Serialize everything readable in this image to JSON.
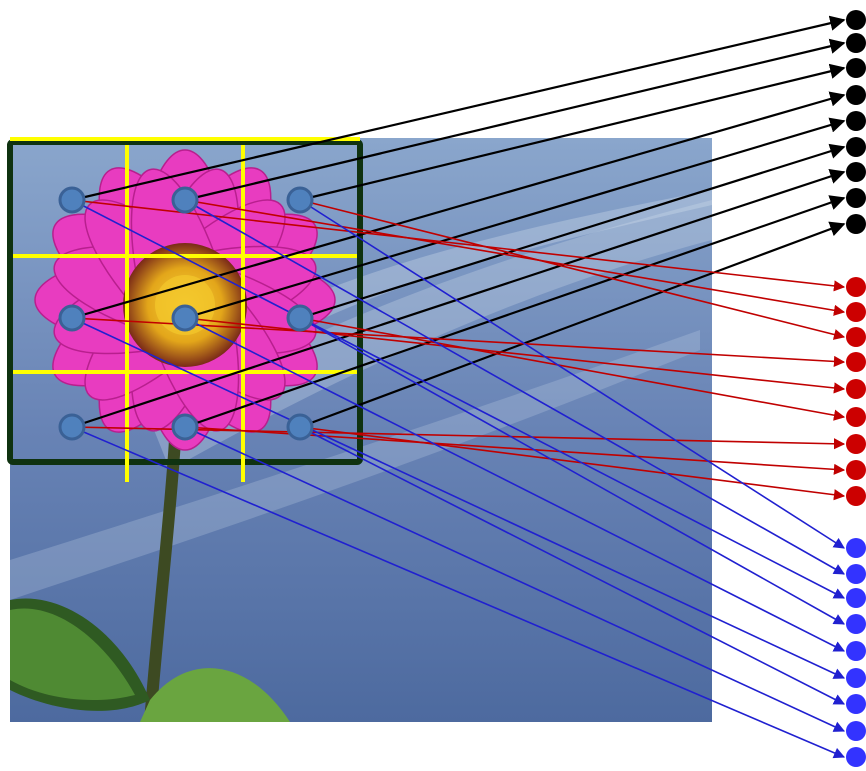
{
  "colors": {
    "background": "#ffffff",
    "sky_top": "#7f9dc6",
    "sky_bottom": "#4d6a9f",
    "petal": "#e83cc0",
    "petal_dark": "#b81f8e",
    "flower_center": "#f2c21c",
    "flower_center_dark": "#8a3a1a",
    "stem": "#3d4a22",
    "leaf": "#5f9a3c",
    "leaf_dark": "#2f5a22",
    "patch_border": "#0f3210",
    "grid_lines": "#ffff00",
    "node_fill": "#4f81bd",
    "node_stroke": "#3a6196",
    "group_1": "#000000",
    "group_2": "#c00000",
    "group_3": "#2020d0",
    "group_1_target": "#000000",
    "group_2_target": "#cc0000",
    "group_3_target": "#3333ff"
  },
  "image": {
    "description_icon": "flower-photo"
  },
  "grid": {
    "rows": 3,
    "cols": 3
  },
  "groups": [
    {
      "name": "group_1",
      "target_count": 9
    },
    {
      "name": "group_2",
      "target_count": 9
    },
    {
      "name": "group_3",
      "target_count": 9
    }
  ]
}
